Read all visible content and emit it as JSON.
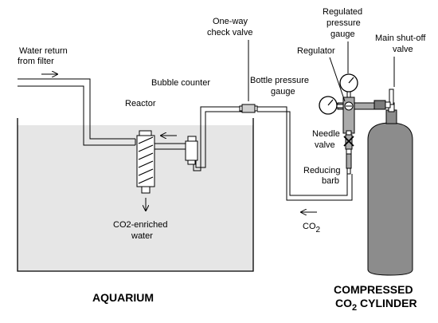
{
  "labels": {
    "water_return": [
      "Water return",
      "from filter"
    ],
    "reactor": "Reactor",
    "bubble_counter": "Bubble counter",
    "check_valve": [
      "One-way",
      "check valve"
    ],
    "bottle_gauge": [
      "Bottle pressure",
      "gauge"
    ],
    "regulator": "Regulator",
    "regulated_gauge": [
      "Regulated",
      "pressure",
      "gauge"
    ],
    "shutoff_valve": [
      "Main shut-off",
      "valve"
    ],
    "needle_valve": [
      "Needle",
      "valve"
    ],
    "reducing_barb": [
      "Reducing",
      "barb"
    ],
    "co2_enriched": [
      "CO2-enriched",
      "water"
    ],
    "co2_flow": {
      "main": "CO",
      "subscript": "2"
    },
    "aquarium": "AQUARIUM",
    "cylinder": {
      "line1": "COMPRESSED",
      "line2_prefix": "CO",
      "line2_sub": "2",
      "line2_suffix": " CYLINDER"
    }
  },
  "colors": {
    "water": "#e6e6e6",
    "cylinder": "#8c8c8c",
    "line": "#000000",
    "tube_fill": "#ffffff"
  }
}
